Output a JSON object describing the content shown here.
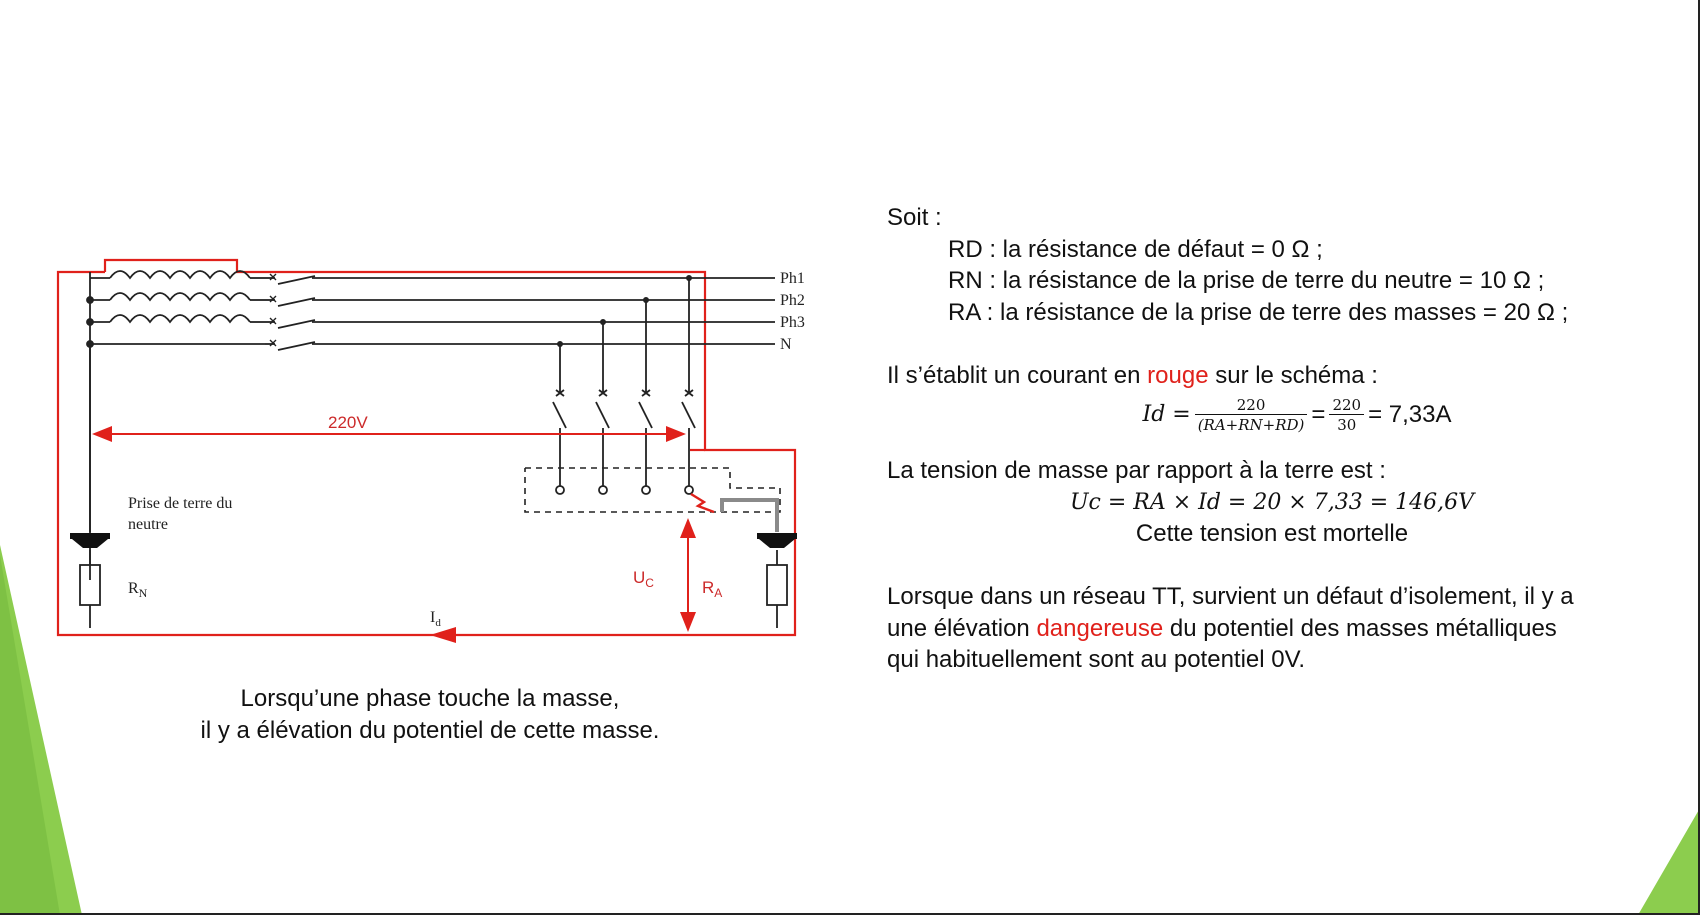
{
  "diagram": {
    "phase_labels": [
      "Ph1",
      "Ph2",
      "Ph3",
      "N"
    ],
    "voltage_label": "220V",
    "neutral_earth_label": [
      "Prise de terre du",
      "neutre"
    ],
    "rn_label": "R",
    "rn_sub": "N",
    "id_label": "I",
    "id_sub": "d",
    "uc_label": "U",
    "uc_sub": "C",
    "ra_label": "R",
    "ra_sub": "A",
    "fault_color": "#e0211b"
  },
  "caption": {
    "line1": "Lorsqu’une phase touche la masse,",
    "line2": "il y a élévation du potentiel de cette masse."
  },
  "text": {
    "soit": "Soit :",
    "rd": "RD : la résistance de défaut = 0 Ω ;",
    "rn": "RN : la résistance de la prise de terre du neutre = 10 Ω ;",
    "ra": "RA : la résistance de la prise de terre des masses = 20 Ω ;",
    "current_pre": "Il s’établit un courant en ",
    "current_red": "rouge",
    "current_post": " sur le schéma :",
    "f1_lhs": "Id =",
    "f1_num": "220",
    "f1_den": "(RA+RN+RD)",
    "f1_eq": "=",
    "f1_num2": "220",
    "f1_den2": "30",
    "f1_result": "= 7,33A",
    "tension_intro": "La tension de masse par rapport à la terre est :",
    "f2": "Uc = RA × Id = 20 × 7,33 = 146,6V",
    "mortelle": "Cette tension est mortelle",
    "p1": "Lorsque dans un réseau TT, survient un défaut d’isolement, il y a",
    "p2_pre": "une élévation ",
    "p2_red": "dangereuse",
    "p2_post": " du potentiel des masses métalliques",
    "p3": "qui habituellement sont au potentiel 0V."
  },
  "accent_color": "#7dc242"
}
